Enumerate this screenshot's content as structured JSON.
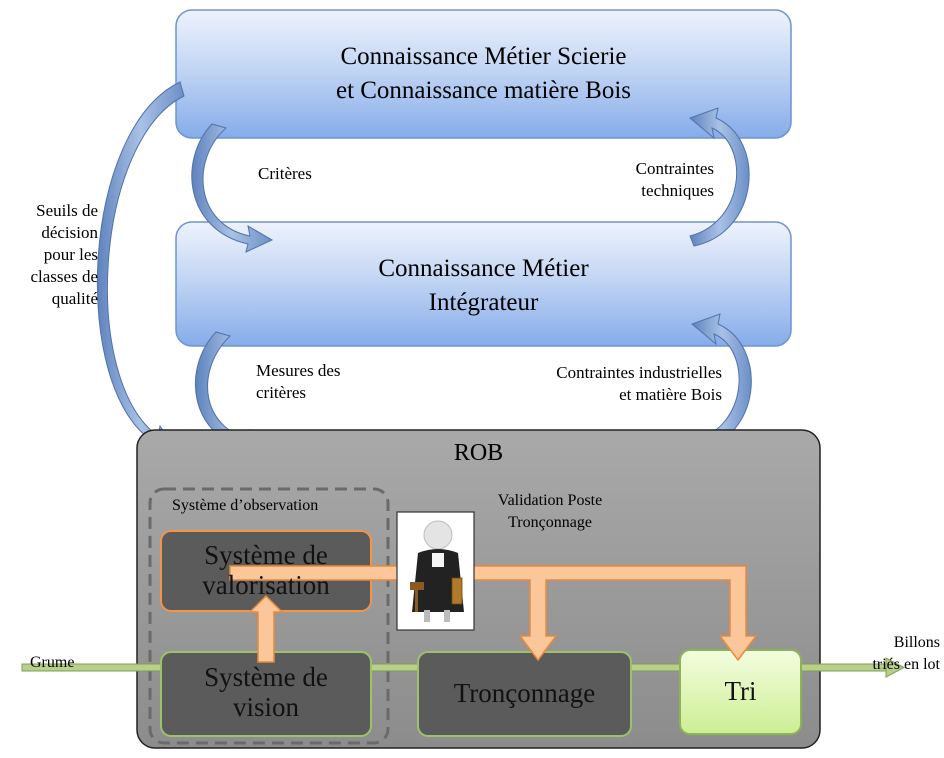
{
  "top_box": {
    "line1": "Connaissance Métier Scierie",
    "line2": "et Connaissance matière Bois"
  },
  "mid_box": {
    "line1": "Connaissance Métier",
    "line2": "Intégrateur"
  },
  "labels": {
    "criteres": "Critères",
    "contraintes_tech_1": "Contraintes",
    "contraintes_tech_2": "techniques",
    "mesures_1": "Mesures des",
    "mesures_2": "critères",
    "contraintes_ind_1": "Contraintes industrielles",
    "contraintes_ind_2": "et matière Bois",
    "seuils": [
      "Seuils de",
      "décision",
      "pour les",
      "classes de",
      "qualité"
    ],
    "validation_1": "Validation Poste",
    "validation_2": "Tronçonnage",
    "grume": "Grume",
    "billons_1": "Billons",
    "billons_2": "triés en lot"
  },
  "rob": {
    "title": "ROB",
    "observation_title": "Système d’observation",
    "valorisation_1": "Système de",
    "valorisation_2": "valorisation",
    "vision_1": "Système de",
    "vision_2": "vision",
    "tronconnage": "Tronçonnage",
    "tri": "Tri"
  },
  "colors": {
    "blue_box_top": "#e9f0fb",
    "blue_box_bottom": "#8fb4ea",
    "arrow_blue": "#7f9fd0",
    "rob_bg": "#9a9a9a",
    "dark_box": "#5c5c5c",
    "orange": "#f39a4f",
    "green_line": "#8fb061",
    "tri_green": "#e4f7bf"
  }
}
